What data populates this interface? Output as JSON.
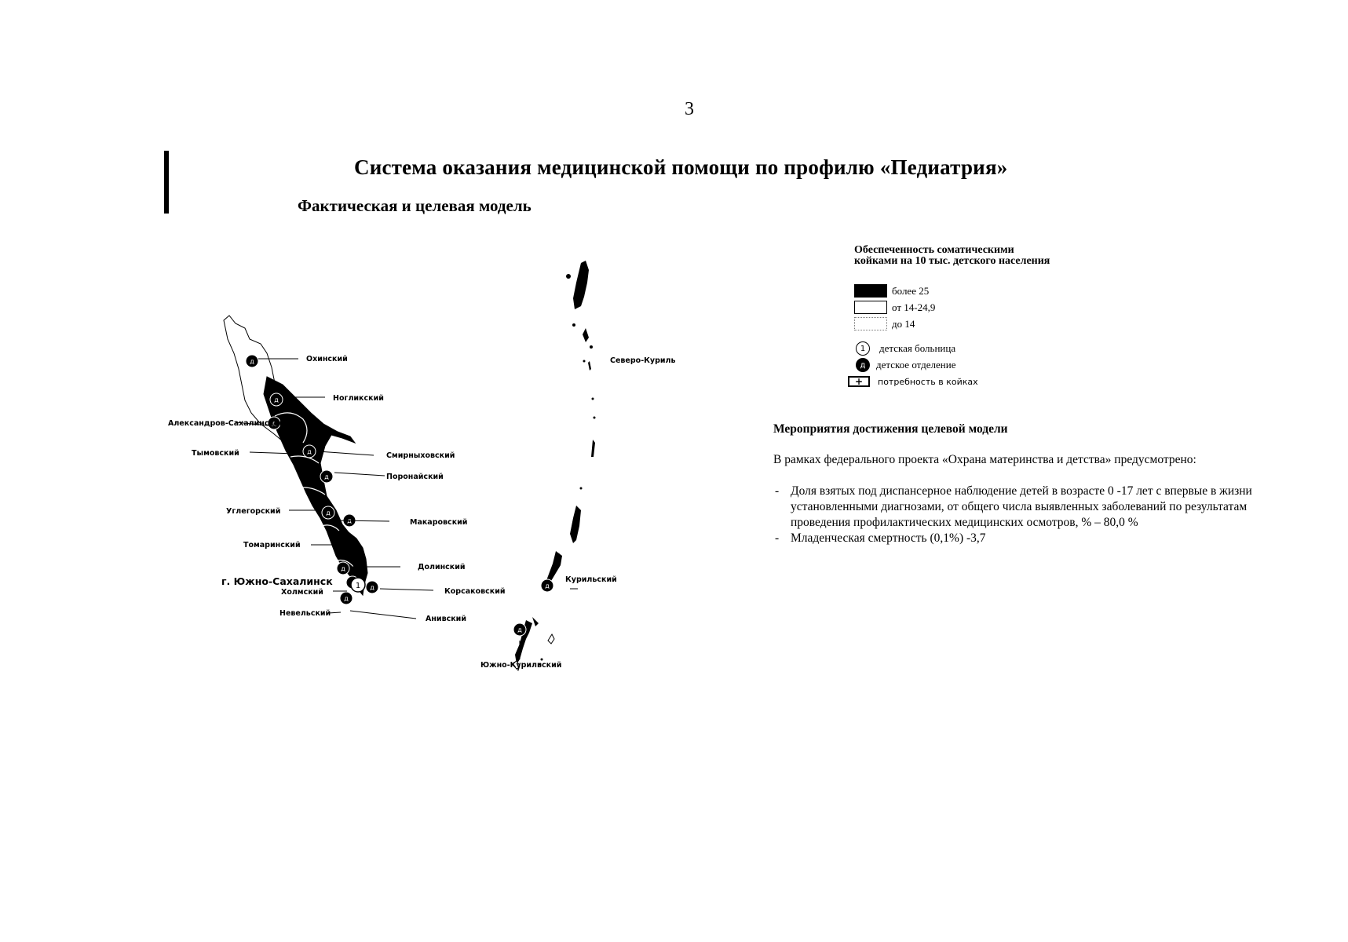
{
  "page_number": "3",
  "title": "Система оказания медицинской помощи по профилю «Педиатрия»",
  "subtitle": "Фактическая и целевая модель",
  "legend": {
    "title": "Обеспеченность соматическими койками на 10 тыс. детского населения",
    "items": [
      {
        "label": "более 25",
        "fill": "#000000"
      },
      {
        "label": "от 14-24,9",
        "fill": "#ffffff"
      },
      {
        "label": "до 14",
        "fill": "#ffffff"
      }
    ],
    "symbols": [
      {
        "label": "детская больница",
        "icon": "children-hospital-icon",
        "glyph": "1"
      },
      {
        "label": "детское отделение",
        "icon": "children-department-icon",
        "glyph": "д"
      },
      {
        "label": "потребность в койках",
        "icon": "bed-need-icon",
        "glyph": "+"
      }
    ]
  },
  "map": {
    "city": "г. Южно-Сахалинск",
    "districts": [
      "Охинский",
      "Ногликский",
      "Александров-Сахалинский",
      "Тымовский",
      "Смирныховский",
      "Поронайский",
      "Углегорский",
      "Макаровский",
      "Томаринский",
      "Долинский",
      "Холмский",
      "Корсаковский",
      "Невельский",
      "Анивский",
      "Северо-Курильский",
      "Курильский",
      "Южно-Курильский"
    ]
  },
  "measures": {
    "title": "Мероприятия достижения целевой модели",
    "intro": "В рамках федерального проекта «Охрана материнства и детства» предусмотрено:",
    "items": [
      "Доля взятых под диспансерное наблюдение детей в возрасте 0 -17 лет с впервые в жизни установленными диагнозами, от общего числа выявленных заболеваний по результатам проведения профилактических медицинских осмотров, % – 80,0 %",
      "Младенческая смертность (0,1%) -3,7"
    ]
  }
}
